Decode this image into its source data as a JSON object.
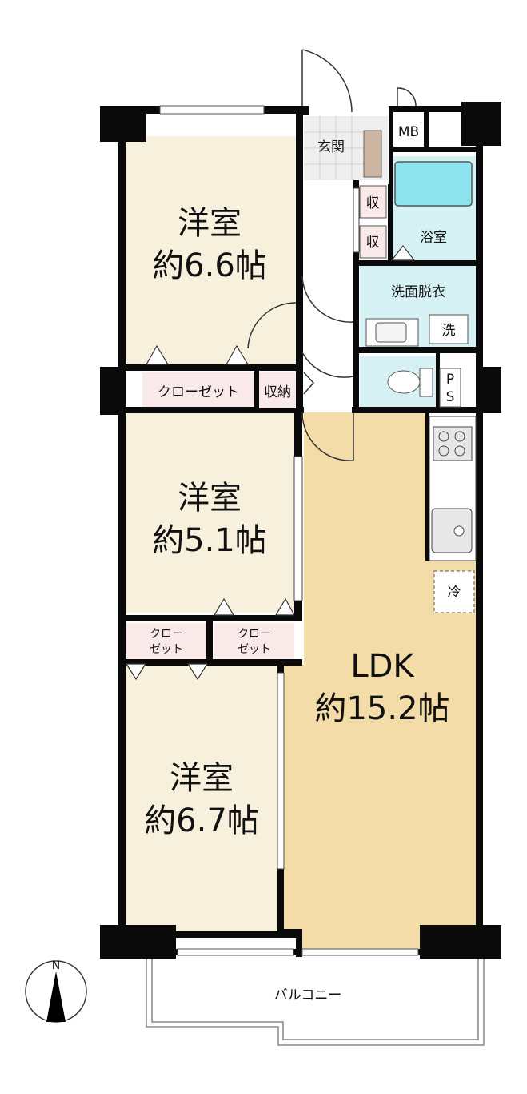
{
  "rooms": {
    "western1": {
      "name": "洋室",
      "size": "約6.6帖"
    },
    "western2": {
      "name": "洋室",
      "size": "約5.1帖"
    },
    "western3": {
      "name": "洋室",
      "size": "約6.7帖"
    },
    "ldk": {
      "name": "LDK",
      "size": "約15.2帖"
    }
  },
  "labels": {
    "entrance": "玄関",
    "mb": "MB",
    "storage_a": "収",
    "storage_b": "収",
    "bath": "浴室",
    "washroom": "洗面脱衣",
    "washer": "洗",
    "ps_p": "P",
    "ps_s": "S",
    "closet1": "クローゼット",
    "storage_hall": "収納",
    "closet2_l1": "クロー",
    "closet2_l2": "ゼット",
    "closet3_l1": "クロー",
    "closet3_l2": "ゼット",
    "fridge": "冷",
    "balcony": "バルコニー",
    "compass_n": "N"
  },
  "colors": {
    "room_fill": "#f7f0dc",
    "ldk_fill": "#f3dca8",
    "wet_fill": "#d6f1f4",
    "closet_fill": "#f9e9e8",
    "wall": "#0a0a0a",
    "entrance_fill": "#eeeeee",
    "tub_fill": "#8de3ee"
  }
}
